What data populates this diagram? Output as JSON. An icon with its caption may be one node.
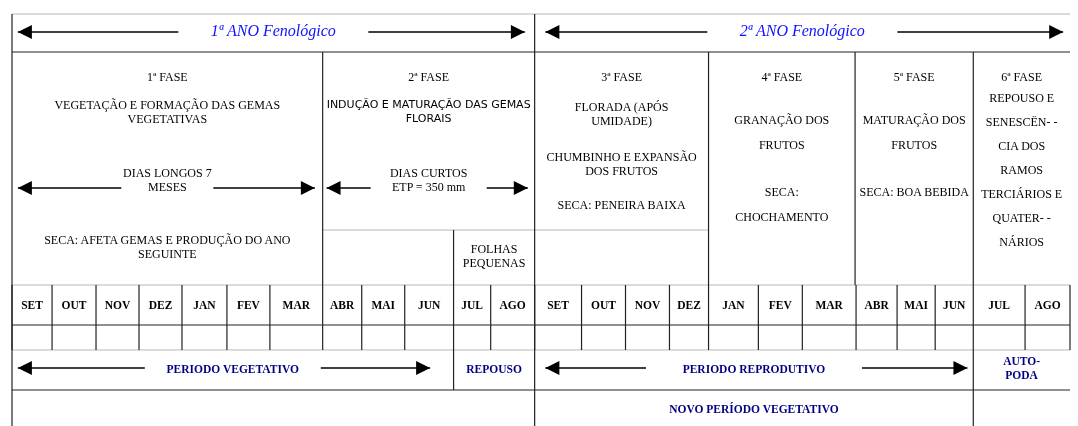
{
  "diagram": {
    "labels": [
      "1ª ANO Fenológico",
      "2ª ANO Fenológico",
      "1ª FASE",
      "VEGETAÇÃO E FORMAÇÃO DAS GEMAS VEGETATIVAS",
      "DIAS LONGOS 7 MESES",
      "SECA: AFETA GEMAS E PRODUÇÃO DO ANO SEGUINTE",
      "2ª FASE",
      "INDUÇÃO E MATURAÇÃO DAS GEMAS FLORAIS",
      "DIAS CURTOS ETP = 350 mm",
      "FOLHAS PEQUENAS",
      "3ª FASE",
      "FLORADA (APÓS UMIDADE)",
      "CHUMBINHO E EXPANSÃO DOS FRUTOS",
      "SECA: PENEIRA BAIXA",
      "4ª FASE",
      "GRANAÇÃO DOS FRUTOS",
      "SECA: CHOCHAMENTO",
      "5ª FASE",
      "MATURAÇÃO DOS FRUTOS",
      "SECA: BOA BEBIDA",
      "6ª FASE",
      "REPOUSO E SENESCËN- -CIA DOS RAMOS TERCIÁRIOS E QUATER- -NÁRIOS",
      "SET",
      "OUT",
      "NOV",
      "DEZ",
      "JAN",
      "FEV",
      "MAR",
      "ABR",
      "MAI",
      "JUN",
      "JUL",
      "AGO",
      "SET",
      "OUT",
      "NOV",
      "DEZ",
      "JAN",
      "FEV",
      "MAR",
      "ABR",
      "MAI",
      "JUN",
      "JUL",
      "AGO",
      "PERIODO VEGETATIVO",
      "REPOUSO",
      "PERIODO REPRODUTIVO",
      "AUTO- PODA",
      "NOVO PERÍODO VEGETATIVO"
    ]
  }
}
